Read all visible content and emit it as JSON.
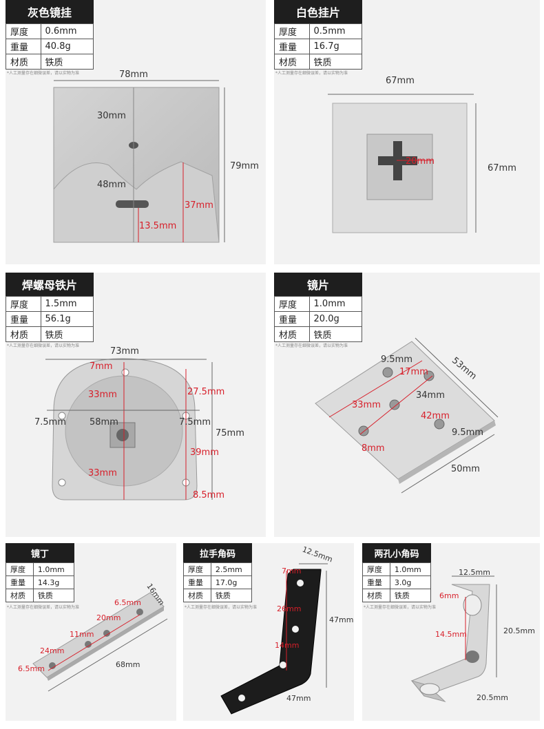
{
  "spec_labels": {
    "thickness": "厚度",
    "weight": "重量",
    "material": "材质"
  },
  "note": "*人工测量存在细微误差，请以实物为准",
  "panels": [
    {
      "title": "灰色镜挂",
      "thickness": "0.6mm",
      "weight": "40.8g",
      "material": "铁质",
      "dims": [
        "78mm",
        "30mm",
        "79mm",
        "48mm",
        "37mm",
        "13.5mm"
      ]
    },
    {
      "title": "白色挂片",
      "thickness": "0.5mm",
      "weight": "16.7g",
      "material": "铁质",
      "dims": [
        "67mm",
        "20mm",
        "67mm"
      ]
    },
    {
      "title": "焊螺母铁片",
      "thickness": "1.5mm",
      "weight": "56.1g",
      "material": "铁质",
      "dims": [
        "73mm",
        "7mm",
        "33mm",
        "27.5mm",
        "7.5mm",
        "58mm",
        "7.5mm",
        "75mm",
        "39mm",
        "33mm",
        "8.5mm"
      ]
    },
    {
      "title": "镜片",
      "thickness": "1.0mm",
      "weight": "20.0g",
      "material": "铁质",
      "dims": [
        "9.5mm",
        "17mm",
        "53mm",
        "33mm",
        "34mm",
        "42mm",
        "9.5mm",
        "8mm",
        "50mm"
      ]
    },
    {
      "title": "镜丁",
      "thickness": "1.0mm",
      "weight": "14.3g",
      "material": "铁质",
      "dims": [
        "16mm",
        "6.5mm",
        "20mm",
        "11mm",
        "24mm",
        "6.5mm",
        "68mm"
      ]
    },
    {
      "title": "拉手角码",
      "thickness": "2.5mm",
      "weight": "17.0g",
      "material": "铁质",
      "dims": [
        "12.5mm",
        "7mm",
        "26mm",
        "47mm",
        "14mm",
        "47mm"
      ]
    },
    {
      "title": "两孔小角码",
      "thickness": "1.0mm",
      "weight": "3.0g",
      "material": "铁质",
      "dims": [
        "12.5mm",
        "6mm",
        "20.5mm",
        "14.5mm",
        "20.5mm"
      ]
    }
  ],
  "colors": {
    "panel_bg": "#f2f2f2",
    "title_bg": "#1e1e1e",
    "dim_red": "#d71f2a",
    "metal": "#c9c9c9"
  }
}
